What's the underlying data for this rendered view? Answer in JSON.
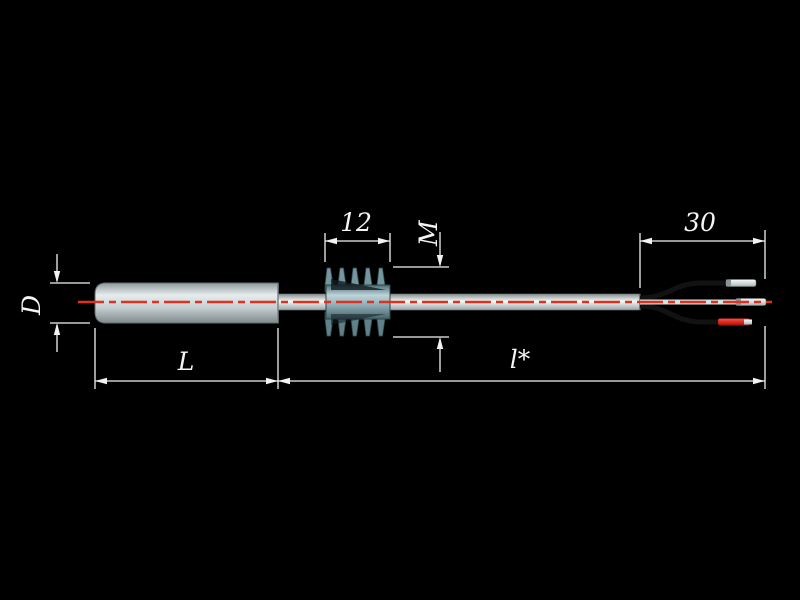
{
  "drawing": {
    "description": "Dimensioned technical drawing of a cable temperature probe with cylindrical body, threaded fitting and three lead wires with crimped terminals",
    "labels": {
      "diameter": "D",
      "probe_length": "L",
      "fitting_width": "12",
      "thread_size": "M",
      "lead_length": "30",
      "cable_length": "l*"
    },
    "colors": {
      "background": "#000000",
      "dimension_lines": "#f2f2f2",
      "centerline": "#e03020",
      "probe_body": "#cdd6d8",
      "fitting": "#7da0a8",
      "wire": "#121212",
      "terminal_silver": "#e9eff1",
      "terminal_red": "#d8281a"
    }
  }
}
